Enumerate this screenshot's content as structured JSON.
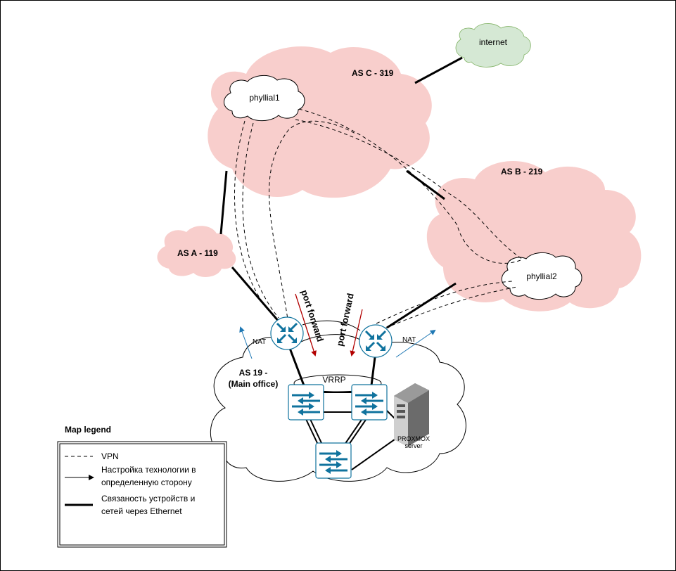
{
  "clouds": {
    "as_c": "AS C - 319",
    "as_b": "AS B - 219",
    "as_a": "AS A - 119",
    "as_19_line1": "AS 19 -",
    "as_19_line2": "(Main office)",
    "internet": "internet",
    "phyllial1": "phyllial1",
    "phyllial2": "phyllial2"
  },
  "labels": {
    "nat_left": "NAT",
    "nat_right": "NAT",
    "port_forward_left": "port forward",
    "port_forward_right": "port forward",
    "vrrp": "VRRP",
    "server_line1": "PROXMOX",
    "server_line2": "server"
  },
  "legend": {
    "title": "Map legend",
    "vpn": "VPN",
    "arrow_line1": "Настройка технологии в",
    "arrow_line2": "определенную сторону",
    "eth_line1": "Связаность устройств и",
    "eth_line2": "сетей через Ethernet"
  },
  "colors": {
    "as_cloud_fill": "#f8cecc",
    "internet_fill": "#d5e8d4",
    "device_fill": "#ffffff",
    "device_stroke": "#10739e",
    "device_icon": "#10739e",
    "arrow_red": "#b20000",
    "arrow_blue": "#1f78b4",
    "line": "#000000"
  }
}
